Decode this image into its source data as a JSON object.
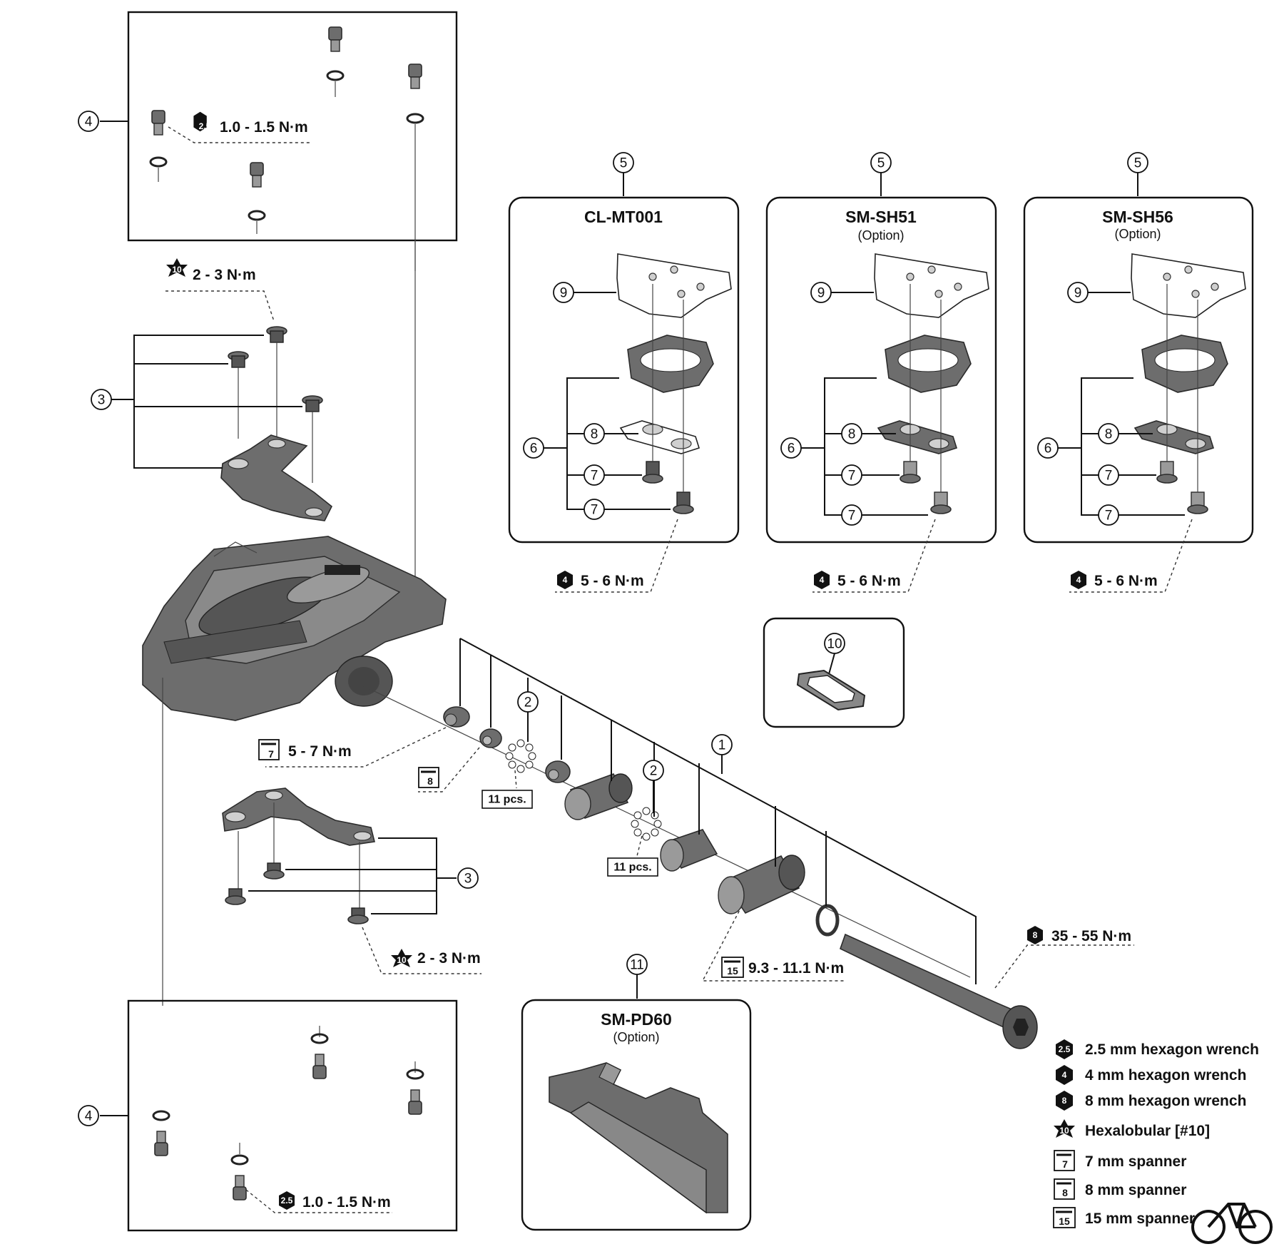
{
  "callouts": {
    "c1": "1",
    "c2a": "2",
    "c2b": "2",
    "c3a": "3",
    "c3b": "3",
    "c4a": "4",
    "c4b": "4",
    "c5a": "5",
    "c5b": "5",
    "c5c": "5",
    "c6a": "6",
    "c6b": "6",
    "c6c": "6",
    "c7a1": "7",
    "c7a2": "7",
    "c7b1": "7",
    "c7b2": "7",
    "c7c1": "7",
    "c7c2": "7",
    "c8a": "8",
    "c8b": "8",
    "c8c": "8",
    "c9a": "9",
    "c9b": "9",
    "c9c": "9",
    "c10": "10",
    "c11": "11"
  },
  "torques": {
    "top_bolts": "1.0 - 1.5 N·m",
    "bottom_bolts": "1.0 - 1.5 N·m",
    "upper_plate_screws": "2 - 3 N·m",
    "lower_plate_screws": "2 - 3 N·m",
    "cleat_a": "5 - 6 N·m",
    "cleat_b": "5 - 6 N·m",
    "cleat_c": "5 - 6 N·m",
    "lock_nut": "5 - 7 N·m",
    "axle_nut": "9.3 - 11.1 N·m",
    "axle": "35 - 55 N·m"
  },
  "tool_marks": {
    "hex25": "2.5",
    "hex4": "4",
    "hex8": "8",
    "hexalobular": "10",
    "spanner7": "7",
    "spanner8": "8",
    "spanner15": "15"
  },
  "quantities": {
    "balls_a": "11 pcs.",
    "balls_b": "11 pcs."
  },
  "boxes": {
    "cleat_a": {
      "title": "CL-MT001",
      "subtitle": ""
    },
    "cleat_b": {
      "title": "SM-SH51",
      "subtitle": "(Option)"
    },
    "cleat_c": {
      "title": "SM-SH56",
      "subtitle": "(Option)"
    },
    "reflector": {
      "title": "SM-PD60",
      "subtitle": "(Option)"
    }
  },
  "legend": [
    {
      "mark": "2.5",
      "icon": "hex-wrench-icon",
      "label": "2.5 mm hexagon wrench"
    },
    {
      "mark": "4",
      "icon": "hex-wrench-icon",
      "label": "4 mm hexagon wrench"
    },
    {
      "mark": "8",
      "icon": "hex-wrench-icon",
      "label": "8 mm hexagon wrench"
    },
    {
      "mark": "10",
      "icon": "hexalobular-icon",
      "label": "Hexalobular [#10]"
    },
    {
      "mark": "7",
      "icon": "spanner-icon",
      "label": "7 mm spanner"
    },
    {
      "mark": "8",
      "icon": "spanner-icon",
      "label": "8 mm spanner"
    },
    {
      "mark": "15",
      "icon": "spanner-icon",
      "label": "15 mm spanner"
    }
  ],
  "colors": {
    "line": "#111111",
    "part_fill": "#6d6d6d",
    "background": "#ffffff"
  }
}
